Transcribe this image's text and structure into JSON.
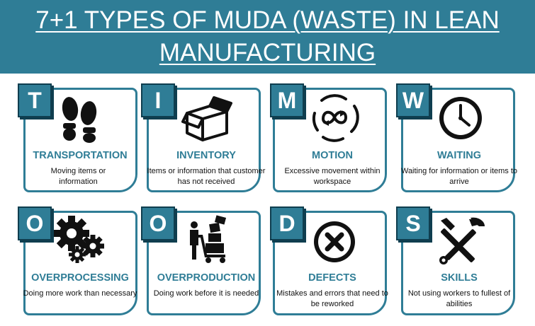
{
  "title": "7+1 TYPES OF MUDA (WASTE) IN LEAN MANUFACTURING",
  "colors": {
    "accent": "#2f7d96",
    "dark": "#0f3e4f",
    "icon": "#111111"
  },
  "wastes": [
    {
      "letter": "T",
      "name": "TRANSPORTATION",
      "description": "Moving items or information",
      "icon": "footprints-icon"
    },
    {
      "letter": "I",
      "name": "INVENTORY",
      "description": "Items or information that customer has not received",
      "icon": "open-box-icon"
    },
    {
      "letter": "M",
      "name": "MOTION",
      "description": "Excessive movement within workspace",
      "icon": "motion-loop-icon"
    },
    {
      "letter": "W",
      "name": "WAITING",
      "description": "Waiting for information or items to arrive",
      "icon": "clock-icon"
    },
    {
      "letter": "O",
      "name": "OVERPROCESSING",
      "description": "Doing more work than necessary",
      "icon": "gears-icon"
    },
    {
      "letter": "O",
      "name": "OVERPRODUCTION",
      "description": "Doing work before it is needed",
      "icon": "cart-boxes-icon"
    },
    {
      "letter": "D",
      "name": "DEFECTS",
      "description": "Mistakes and errors that need to be reworked",
      "icon": "x-circle-icon"
    },
    {
      "letter": "S",
      "name": "SKILLS",
      "description": "Not using workers to fullest of abilities",
      "icon": "tools-icon"
    }
  ]
}
